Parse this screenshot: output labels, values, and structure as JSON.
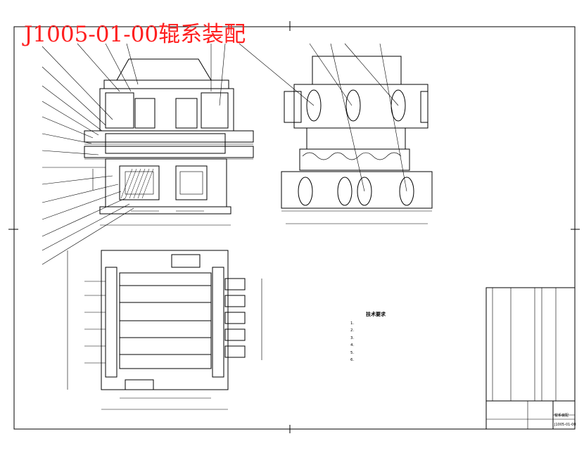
{
  "drawing": {
    "title": "J1005-01-00辊系装配",
    "title_color": "#ff2020",
    "line_color": "#000000",
    "background": "#ffffff"
  },
  "tech_notes": {
    "heading": "技术要求",
    "items": [
      "1.",
      "2.",
      "3.",
      "4.",
      "5.",
      "6."
    ]
  },
  "title_block": {
    "drawing_name": "辊系装配",
    "drawing_code": "J1005-01-00"
  }
}
